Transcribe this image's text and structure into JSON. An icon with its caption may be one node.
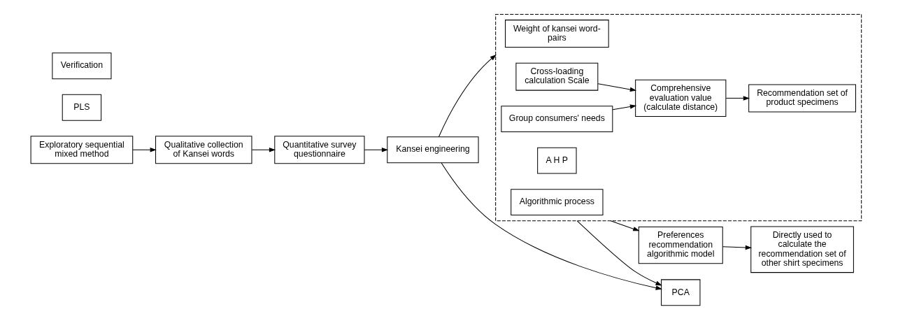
{
  "diagram": {
    "nodes": [
      {
        "text": [
          "Exploratory sequential mixed method"
        ]
      },
      {
        "text": [
          "Qualitative collection of Kansei words"
        ]
      },
      {
        "text": [
          "Quantitative survey questionnaire"
        ]
      },
      {
        "text": [
          "Kansei engineering"
        ]
      },
      {
        "text": [
          "PLS"
        ]
      },
      {
        "text": [
          "PCA"
        ]
      },
      {
        "text": [
          "Verification"
        ]
      },
      {
        "text": [],
        "shape": "box"
      },
      {
        "text": [
          "Weight of kansei word-pairs"
        ],
        "in": 7
      },
      {
        "text": [
          "Cross-loading calculation Scale"
        ],
        "in": 7
      },
      {
        "text": [
          "Group consumers' needs"
        ],
        "in": 7
      },
      {
        "text": [
          "A H P"
        ],
        "in": 7
      },
      {
        "text": [
          "Comprehensive evaluation value (calculate distance)"
        ],
        "in": 7
      },
      {
        "text": [
          "Recommendation set of product specimens"
        ],
        "in": 7
      },
      {
        "text": [
          "Algorithmic process"
        ],
        "in": 7
      },
      {
        "text": [
          "Preferences recommendation algorithmic model"
        ]
      },
      {
        "text": [
          "Directly used to calculate the recommendation set of other shirt specimens"
        ]
      }
    ],
    "edges": [
      {
        "from": 0,
        "to": 1,
        "arrow": "to"
      },
      {
        "from": 1,
        "to": 2,
        "arrow": "to"
      },
      {
        "from": 2,
        "to": 3,
        "arrow": "to"
      },
      {
        "from": 3,
        "to": 7,
        "arrow": "to"
      },
      {
        "from": 3,
        "to": 5,
        "arrow": "to"
      },
      {
        "from": 7,
        "to": 5,
        "arrow": "to"
      },
      {
        "from": 9,
        "to": 12,
        "arrow": "to"
      },
      {
        "from": 10,
        "to": 12,
        "arrow": "to"
      },
      {
        "from": 12,
        "to": 13,
        "arrow": "to"
      },
      {
        "from": 7,
        "to": 15,
        "arrow": "to"
      },
      {
        "from": 15,
        "to": 16,
        "arrow": "to"
      }
    ]
  }
}
